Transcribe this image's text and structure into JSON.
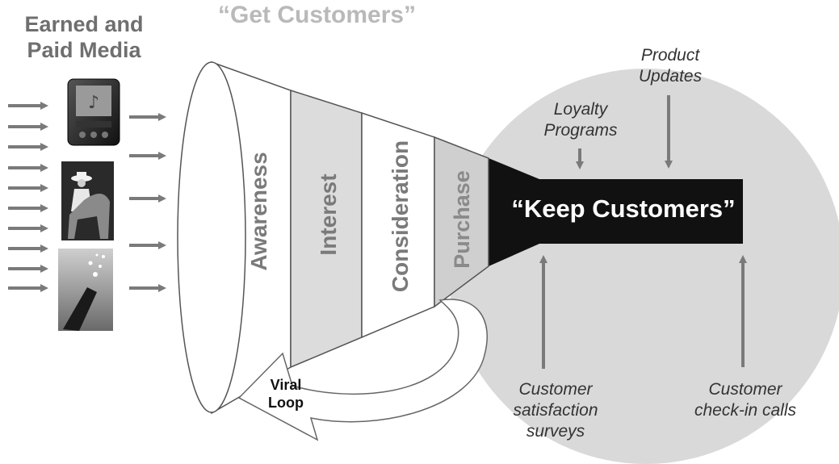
{
  "header": {
    "earned_line1": "Earned and",
    "earned_line2": "Paid Media",
    "get_customers": "“Get Customers”"
  },
  "funnel": {
    "stages": [
      "Awareness",
      "Interest",
      "Consideration",
      "Purchase"
    ],
    "keep_customers": "“Keep Customers”"
  },
  "inputs_top": {
    "product_line1": "Product",
    "product_line2": "Updates",
    "loyalty_line1": "Loyalty",
    "loyalty_line2": "Programs"
  },
  "inputs_bottom": {
    "survey_line1": "Customer",
    "survey_line2": "satisfaction surveys",
    "checkin_line1": "Customer",
    "checkin_line2": "check-in calls"
  },
  "viral": {
    "line1": "Viral",
    "line2": "Loop"
  },
  "media_images": [
    "music-player",
    "cowboy-on-horse",
    "champagne-bottle"
  ],
  "colors": {
    "circle": "#d9d9d9",
    "arrow": "#7a7a7a",
    "tube": "#111111"
  }
}
